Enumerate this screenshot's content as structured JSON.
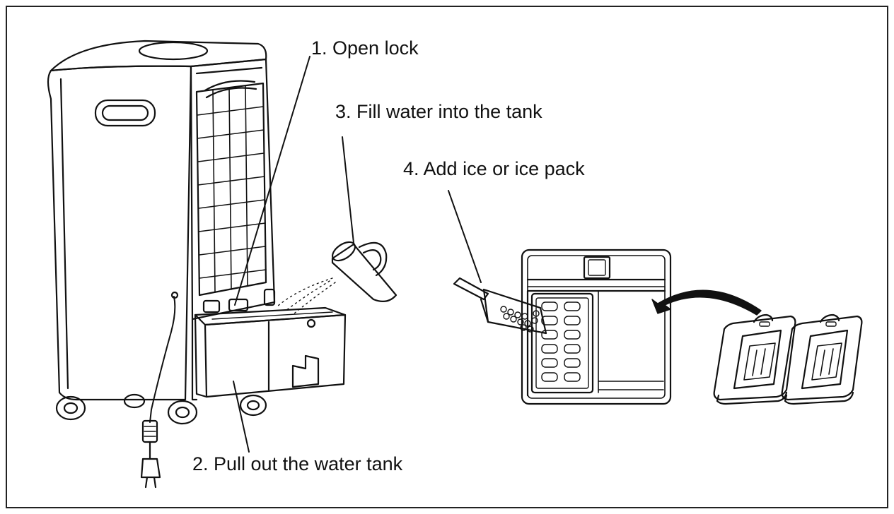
{
  "steps": {
    "open_lock": "1. Open lock",
    "pull_tank": "2. Pull out the water tank",
    "fill_water": "3. Fill water into the tank",
    "add_ice": "4. Add ice or ice pack"
  },
  "colors": {
    "ink": "#111111",
    "paper": "#ffffff"
  }
}
